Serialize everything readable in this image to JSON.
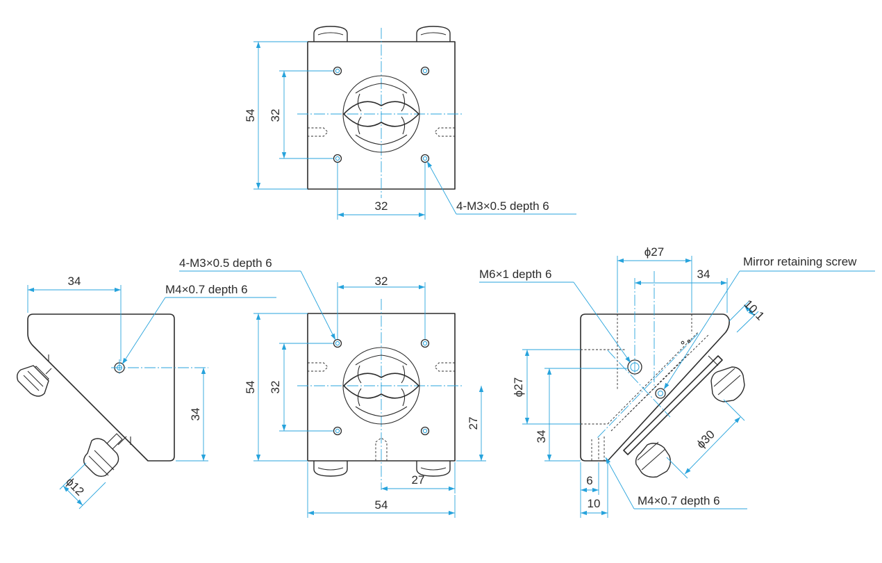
{
  "top_view": {
    "dim_height": "54",
    "dim_hole_v": "32",
    "dim_hole_h": "32",
    "callout": "4-M3×0.5 depth 6"
  },
  "side_left": {
    "dim_width": "34",
    "dim_height": "34",
    "callout_m4": "M4×0.7 depth 6",
    "dim_knob": "ϕ12"
  },
  "front_view": {
    "callout": "4-M3×0.5 depth 6",
    "dim_hole_h": "32",
    "dim_height": "54",
    "dim_hole_v": "32",
    "dim_center_v": "27",
    "dim_center_h": "27",
    "dim_width": "54"
  },
  "side_right": {
    "dim_dia27_top": "ϕ27",
    "dim_34_top": "34",
    "callout_retain": "Mirror retaining screw",
    "callout_m6": "M6×1 depth 6",
    "dim_10_1": "10.1",
    "dim_dia27_left": "ϕ27",
    "dim_34_left": "34",
    "dim_dia30": "ϕ30",
    "dim_6": "6",
    "dim_10": "10",
    "callout_m4": "M4×0.7 depth 6"
  }
}
